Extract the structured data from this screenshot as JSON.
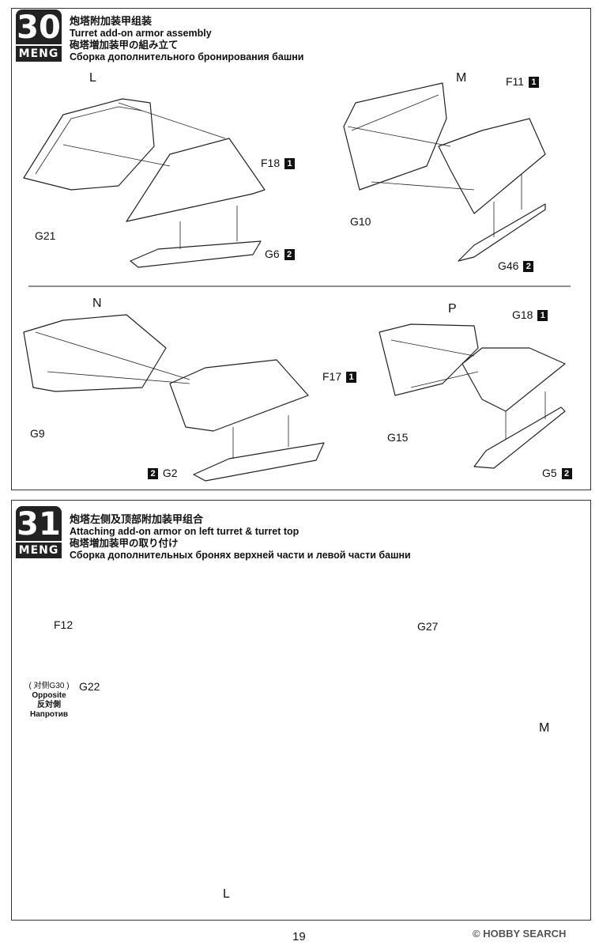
{
  "step30": {
    "number": "30",
    "brand": "MENG",
    "title_zh": "炮塔附加装甲组装",
    "title_en": "Turret add-on armor assembly",
    "title_jp": "砲塔増加装甲の組み立て",
    "title_ru": "Сборка дополнительного бронирования башни",
    "labels": {
      "L": "L",
      "M": "M",
      "N": "N",
      "P": "P",
      "F18": "F18",
      "F11": "F11",
      "F17": "F17",
      "G18": "G18",
      "G21": "G21",
      "G6": "G6",
      "G10": "G10",
      "G46": "G46",
      "G9": "G9",
      "G2": "G2",
      "G15": "G15",
      "G5": "G5"
    },
    "boxes": {
      "one": "1",
      "two": "2"
    }
  },
  "step31": {
    "number": "31",
    "brand": "MENG",
    "title_zh": "炮塔左侧及顶部附加装甲组合",
    "title_en": "Attaching add-on armor on left turret & turret top",
    "title_jp": "砲塔増加装甲の取り付け",
    "title_ru": "Сборка дополнительных бронях верхней части и левой части башни",
    "labels": {
      "F12": "F12",
      "G27": "G27",
      "G22": "G22",
      "M": "M",
      "L": "L"
    },
    "opposite": {
      "zh": "( 对侧G30 )",
      "en": "Opposite",
      "jp": "反対側",
      "ru": "Напротив"
    }
  },
  "footer": {
    "page": "19",
    "watermark": "HOBBY SEARCH"
  }
}
